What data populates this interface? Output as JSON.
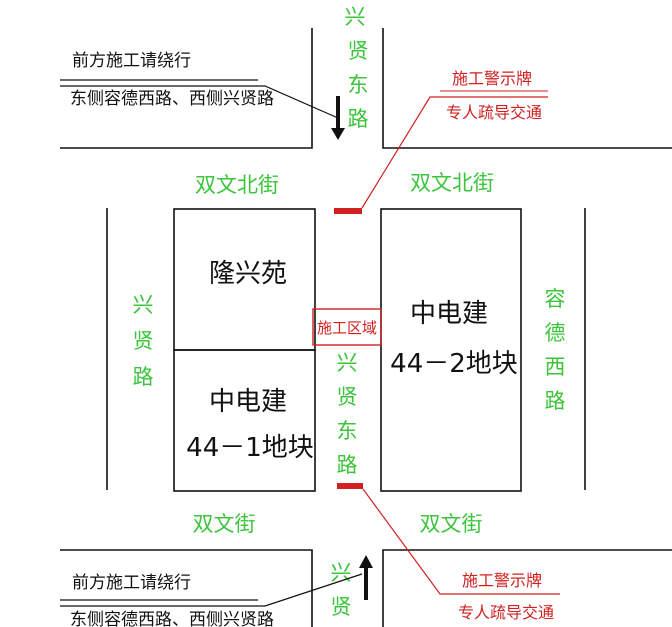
{
  "roads": {
    "xingxian_east_top": [
      "兴",
      "贤",
      "东",
      "路"
    ],
    "xingxian_east_mid": [
      "兴",
      "贤",
      "东",
      "路"
    ],
    "xingxian_east_bottom": [
      "兴",
      "贤"
    ],
    "xingxian_west": [
      "兴",
      "贤",
      "路"
    ],
    "rongde_west": [
      "容",
      "德",
      "西",
      "路"
    ],
    "shuangwen_north_left": "双文北街",
    "shuangwen_north_right": "双文北街",
    "shuangwen_left": "双文街",
    "shuangwen_right": "双文街"
  },
  "blocks": {
    "longxingyuan": "隆兴苑",
    "zdj_1_name": "中电建",
    "zdj_1_plot": "44－1地块",
    "zdj_2_name": "中电建",
    "zdj_2_plot": "44－2地块",
    "construction_zone": "施工区域"
  },
  "notices": {
    "top": {
      "line1": "前方施工请绕行",
      "line2": "东侧容德西路、西侧兴贤路"
    },
    "bottom": {
      "line1": "前方施工请绕行",
      "line2": "东侧容德西路、西侧兴贤路"
    }
  },
  "signs": {
    "top": {
      "line1": "施工警示牌",
      "line2": "专人疏导交通"
    },
    "bottom": {
      "line1": "施工警示牌",
      "line2": "专人疏导交通"
    }
  },
  "colors": {
    "road_label": "#3cc43c",
    "warning": "#d02020",
    "line": "#111111"
  }
}
